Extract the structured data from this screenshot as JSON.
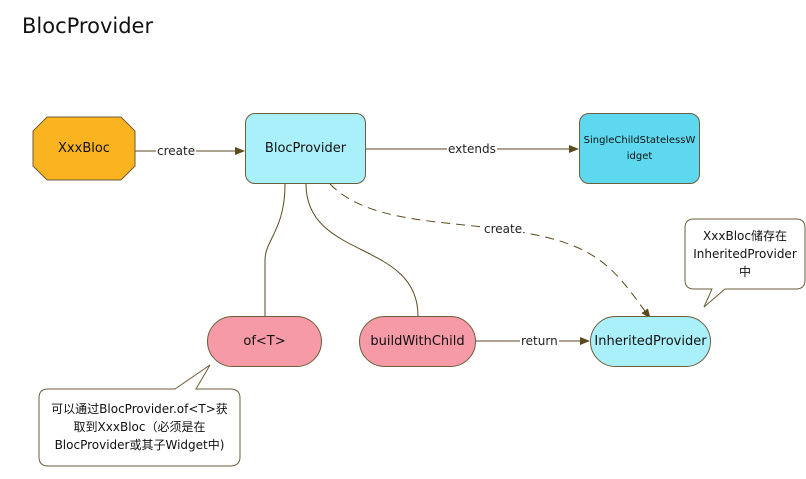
{
  "title": "BlocProvider",
  "nodes": {
    "xxxbloc": {
      "label": "XxxBloc",
      "fill": "#fbb320"
    },
    "blocprovider": {
      "label": "BlocProvider",
      "fill": "#aaf0fb"
    },
    "singlechild": {
      "label": "SingleChildStatelessWidget",
      "fill": "#5dd8ef"
    },
    "of_t": {
      "label": "of<T>",
      "fill": "#f59aa6"
    },
    "buildwithchild": {
      "label": "buildWithChild",
      "fill": "#f59aa6"
    },
    "inheritedprovider": {
      "label": "InheritedProvider",
      "fill": "#aaf0fb"
    }
  },
  "edges": {
    "create1": "create",
    "extends": "extends",
    "create2": "create",
    "return": "return"
  },
  "callouts": {
    "inherited": {
      "line1": "XxxBloc储存在",
      "line2": "InheritedProvider",
      "line3": "中"
    },
    "of_t": {
      "line1": "可以通过BlocProvider.of<T>获",
      "line2": "取到XxxBloc（必须是在",
      "line3": "BlocProvider或其子Widget中)"
    }
  },
  "colors": {
    "line": "#5a4a1e",
    "border": "#6b5e3a"
  }
}
